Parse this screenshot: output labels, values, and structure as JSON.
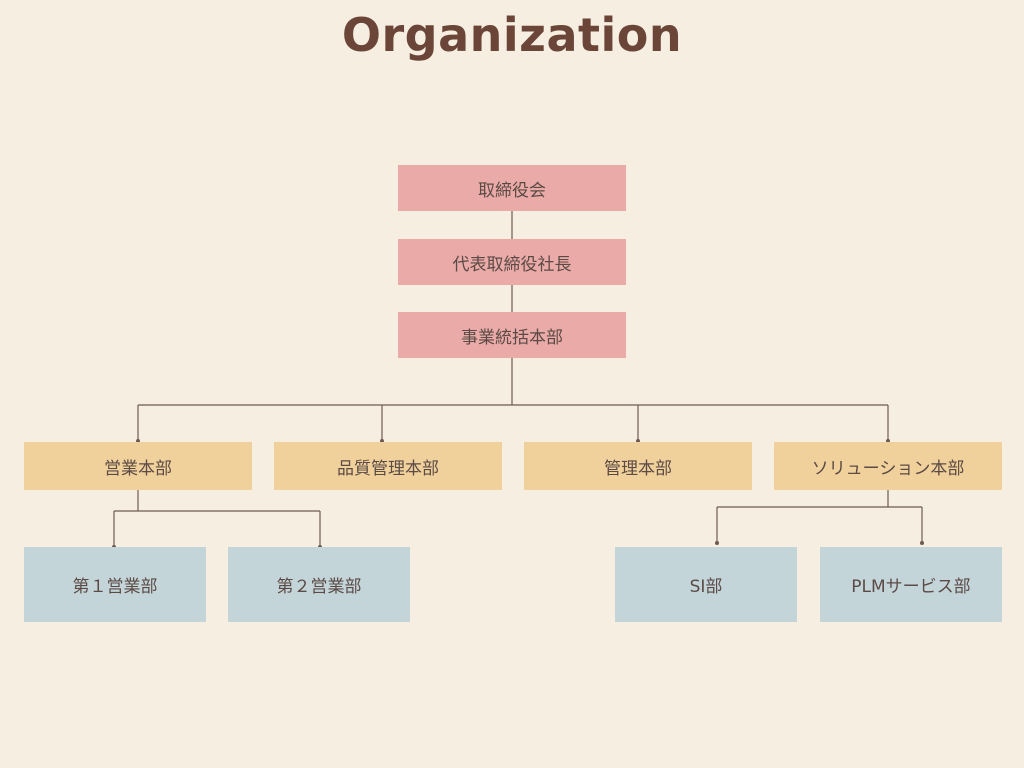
{
  "title": "Organization",
  "nodes": {
    "board": "取締役会",
    "president": "代表取締役社長",
    "business_hq": "事業統括本部",
    "sales_hq": "営業本部",
    "qa_hq": "品質管理本部",
    "admin_hq": "管理本部",
    "solution_hq": "ソリューション本部",
    "sales1": "第１営業部",
    "sales2": "第２営業部",
    "si": "SI部",
    "plm": "PLMサービス部"
  },
  "colors": {
    "background": "#f5eee1",
    "title": "#6a4538",
    "executive": "#e9aaa8",
    "division": "#f0d19b",
    "department": "#c3d5d9",
    "connector": "#6e5a55"
  }
}
